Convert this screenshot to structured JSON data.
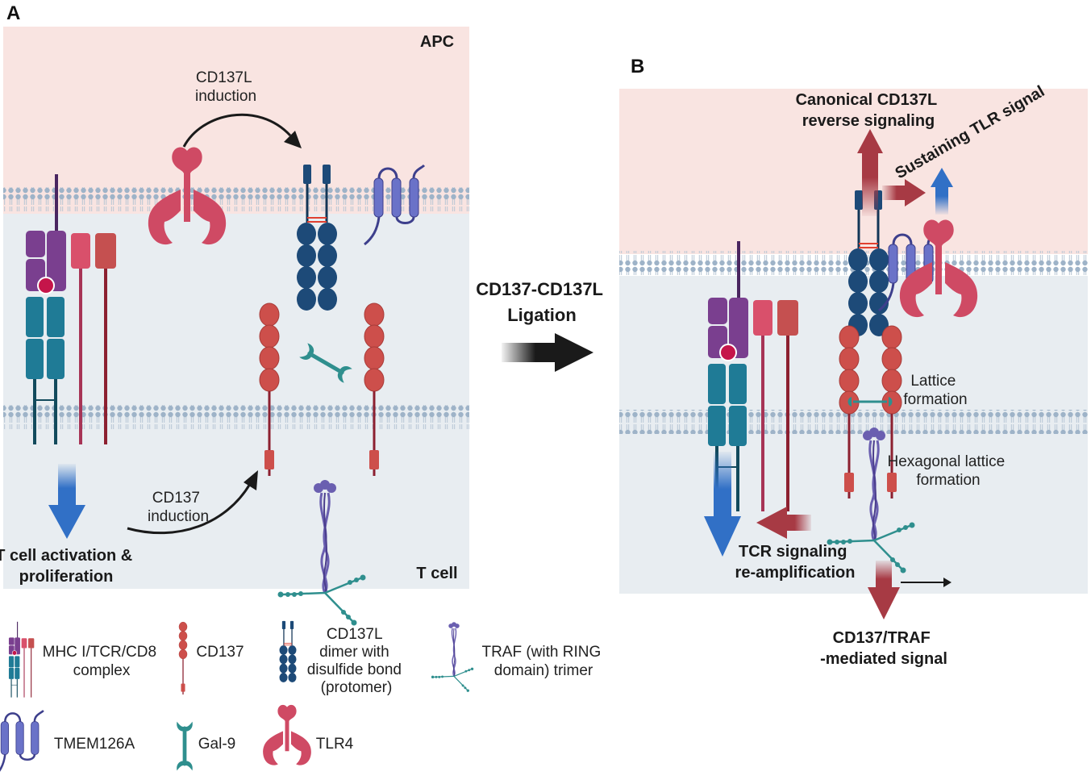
{
  "panels": {
    "a": {
      "letter": "A",
      "apc_label": "APC",
      "tcell_label": "T cell",
      "cd137l_induction": [
        "CD137L",
        "induction"
      ],
      "cd137_induction": [
        "CD137",
        "induction"
      ],
      "tcell_activation": [
        "T cell activation &",
        "proliferation"
      ]
    },
    "b": {
      "letter": "B",
      "canonical": [
        "Canonical CD137L",
        "reverse signaling"
      ],
      "sustaining": "Sustaining TLR signal",
      "lattice": [
        "Lattice",
        "formation"
      ],
      "hexagonal": [
        "Hexagonal lattice",
        "formation"
      ],
      "tcr_signaling": [
        "TCR signaling",
        "re-amplification"
      ],
      "cd137_traf": [
        "CD137/TRAF",
        "-mediated signal"
      ]
    }
  },
  "ligation": [
    "CD137-CD137L",
    "Ligation"
  ],
  "legend": {
    "mhc": [
      "MHC I/TCR/CD8",
      "complex"
    ],
    "cd137": "CD137",
    "cd137l": [
      "CD137L",
      "dimer with",
      "disulfide bond",
      "(protomer)"
    ],
    "traf": [
      "TRAF (with RING",
      "domain) trimer"
    ],
    "tmem": "TMEM126A",
    "gal9": "Gal-9",
    "tlr4": "TLR4"
  },
  "colors": {
    "apc_bg": "#f9e4e1",
    "tcell_bg": "#e8edf1",
    "membrane": "#9eb3c8",
    "teal": "#1f7b96",
    "purple": "#7a3f8f",
    "pink": "#d9506b",
    "maroon": "#a02f38",
    "cd137": "#cd4f4b",
    "navy": "#1d4a78",
    "tmem": "#6a72c8",
    "tlr4": "#cf4a64",
    "gal9": "#2f8f8e",
    "traf": "#6a5fb0",
    "arrow_blue": "#3170c6",
    "arrow_red": "#a73a44"
  }
}
